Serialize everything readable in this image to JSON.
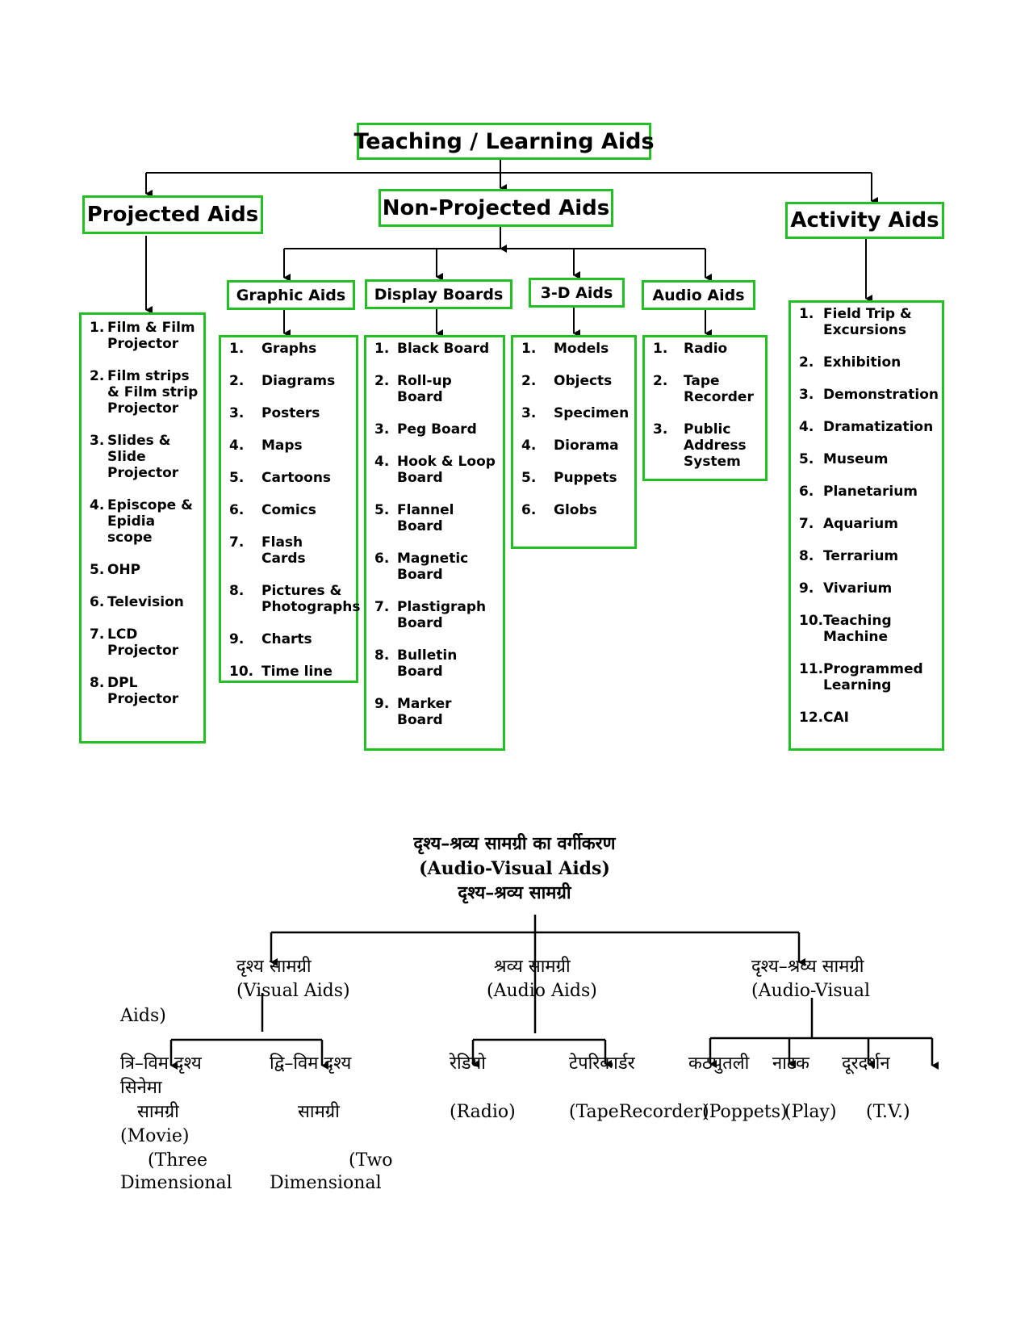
{
  "top_chart": {
    "root": "Teaching / Learning Aids",
    "projected": {
      "title": "Projected Aids",
      "items": [
        {
          "n": "1.",
          "t": "Film & Film Projector"
        },
        {
          "n": "2.",
          "t": "Film strips & Film strip Projector"
        },
        {
          "n": "3.",
          "t": "Slides & Slide Projector"
        },
        {
          "n": "4.",
          "t": "Episcope & Epidia scope"
        },
        {
          "n": "5.",
          "t": "OHP"
        },
        {
          "n": "6.",
          "t": "Television"
        },
        {
          "n": "7.",
          "t": "LCD Projector"
        },
        {
          "n": "8.",
          "t": "DPL Projector"
        }
      ]
    },
    "non_projected": {
      "title": "Non-Projected Aids",
      "graphic": {
        "title": "Graphic Aids",
        "items": [
          {
            "n": "1.",
            "t": "Graphs"
          },
          {
            "n": "2.",
            "t": "Diagrams"
          },
          {
            "n": "3.",
            "t": "Posters"
          },
          {
            "n": "4.",
            "t": "Maps"
          },
          {
            "n": "5.",
            "t": "Cartoons"
          },
          {
            "n": "6.",
            "t": "Comics"
          },
          {
            "n": "7.",
            "t": "Flash Cards"
          },
          {
            "n": "8.",
            "t": "Pictures & Photographs"
          },
          {
            "n": "9.",
            "t": "Charts"
          },
          {
            "n": "10.",
            "t": "Time line"
          }
        ]
      },
      "display": {
        "title": "Display Boards",
        "items": [
          {
            "n": "1.",
            "t": "Black Board"
          },
          {
            "n": "2.",
            "t": "Roll-up Board"
          },
          {
            "n": "3.",
            "t": "Peg Board"
          },
          {
            "n": "4.",
            "t": "Hook & Loop Board"
          },
          {
            "n": "5.",
            "t": "Flannel Board"
          },
          {
            "n": "6.",
            "t": "Magnetic Board"
          },
          {
            "n": "7.",
            "t": "Plastigraph Board"
          },
          {
            "n": "8.",
            "t": "Bulletin Board"
          },
          {
            "n": "9.",
            "t": "Marker Board"
          }
        ]
      },
      "three_d": {
        "title": "3-D Aids",
        "items": [
          {
            "n": "1.",
            "t": "Models"
          },
          {
            "n": "2.",
            "t": "Objects"
          },
          {
            "n": "3.",
            "t": "Specimen"
          },
          {
            "n": "4.",
            "t": "Diorama"
          },
          {
            "n": "5.",
            "t": "Puppets"
          },
          {
            "n": "6.",
            "t": "Globs"
          }
        ]
      },
      "audio": {
        "title": "Audio Aids",
        "items": [
          {
            "n": "1.",
            "t": "Radio"
          },
          {
            "n": "2.",
            "t": "Tape Recorder"
          },
          {
            "n": "3.",
            "t": "Public Address System"
          }
        ]
      }
    },
    "activity": {
      "title": "Activity Aids",
      "items": [
        {
          "n": "1.",
          "t": "Field Trip & Excursions"
        },
        {
          "n": "2.",
          "t": "Exhibition"
        },
        {
          "n": "3.",
          "t": "Demonstration"
        },
        {
          "n": "4.",
          "t": "Dramatization"
        },
        {
          "n": "5.",
          "t": "Museum"
        },
        {
          "n": "6.",
          "t": "Planetarium"
        },
        {
          "n": "7.",
          "t": "Aquarium"
        },
        {
          "n": "8.",
          "t": "Terrarium"
        },
        {
          "n": "9.",
          "t": "Vivarium"
        },
        {
          "n": "10.",
          "t": "Teaching Machine"
        },
        {
          "n": "11.",
          "t": "Programmed Learning"
        },
        {
          "n": "12.",
          "t": "CAI"
        }
      ]
    }
  },
  "av_chart": {
    "title_hindi": "दृश्य–श्रव्य सामग्री का वर्गीकरण",
    "title_english": "(Audio-Visual Aids)",
    "root": "दृश्य–श्रव्य सामग्री",
    "visual": {
      "hindi": "दृश्य सामग्री",
      "english": "(Visual Aids)"
    },
    "audio": {
      "hindi": "श्रव्य सामग्री",
      "english": "(Audio Aids)"
    },
    "audio_visual": {
      "hindi": "दृश्य–श्रव्य सामग्री",
      "english": "(Audio-Visual",
      "english_cont": "Aids)"
    },
    "three_dim": {
      "hindi": "त्रि–विम दृश्य",
      "hindi2": "सामग्री",
      "english": "(Three",
      "english2": "Dimensional"
    },
    "cinema": {
      "hindi": "सिनेमा",
      "english": "(Movie)"
    },
    "two_dim": {
      "hindi": "द्वि–विम दृश्य",
      "hindi2": "सामग्री",
      "english": "(Two",
      "english2": "Dimensional"
    },
    "radio": {
      "hindi": "रेडियो",
      "english": "(Radio)"
    },
    "tape": {
      "hindi": "टेपरिकार्डर",
      "english": "(TapeRecorder)"
    },
    "puppet": {
      "hindi": "कठपुतली",
      "english": "(Poppets)"
    },
    "play": {
      "hindi": "नाटक",
      "english": "(Play)"
    },
    "tv": {
      "hindi": "दूरदर्शन",
      "english": "(T.V.)"
    }
  }
}
